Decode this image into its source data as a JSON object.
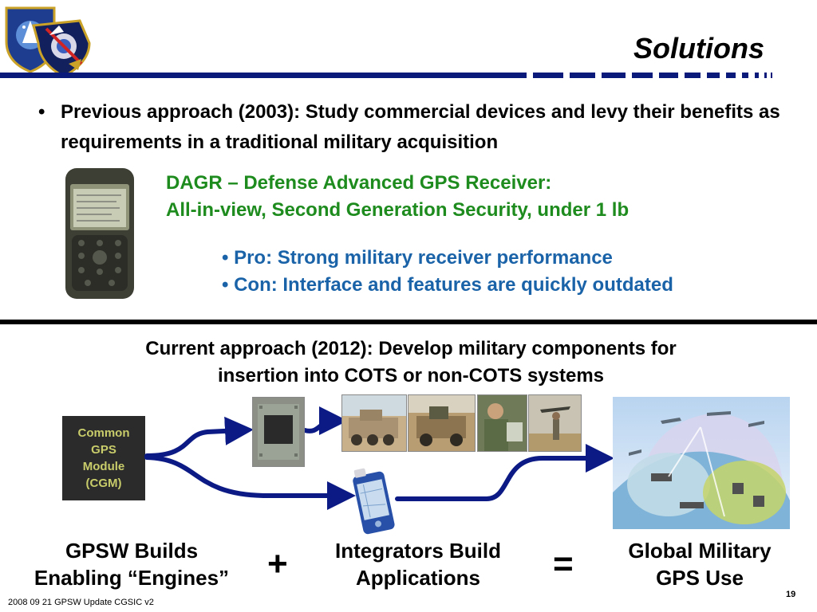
{
  "slide": {
    "title": "Solutions",
    "bullet1": "Previous approach (2003):  Study commercial devices and levy their benefits as requirements in a traditional military acquisition",
    "dagr": {
      "line1": "DAGR – Defense Advanced GPS Receiver:",
      "line2": "All-in-view, Second Generation Security, under 1 lb"
    },
    "pro": "• Pro:  Strong military receiver performance",
    "con": "• Con:  Interface and features are quickly outdated",
    "current": {
      "line1": "Current approach (2012):  Develop military components for",
      "line2": "insertion into COTS or non-COTS systems"
    },
    "cgm": {
      "line1": "Common",
      "line2": "GPS",
      "line3": "Module",
      "line4": "(CGM)"
    },
    "bottom": {
      "left1": "GPSW Builds",
      "left2": "Enabling “Engines”",
      "plus": "+",
      "mid1": "Integrators Build",
      "mid2": "Applications",
      "equals": "=",
      "right1": "Global Military",
      "right2": "GPS Use"
    },
    "footer": "2008 09 21 GPSW Update CGSIC v2",
    "page_number": "19"
  },
  "colors": {
    "navy": "#0a1a7a",
    "dagr_green": "#1d8b1d",
    "procon_blue": "#1a63a8",
    "arrow_blue": "#0b1a85"
  }
}
